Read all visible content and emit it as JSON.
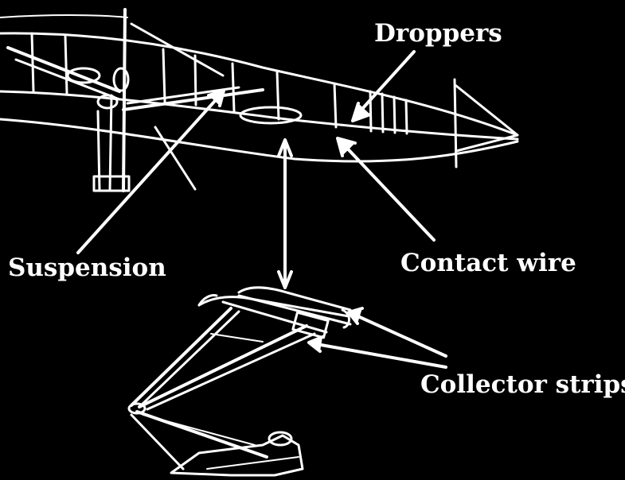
{
  "labels": {
    "droppers": "Droppers",
    "suspension": "Suspension",
    "contact_wire": "Contact wire",
    "collector_strips": "Collector strips"
  },
  "colors": {
    "background": "#000000",
    "foreground": "#ffffff"
  }
}
